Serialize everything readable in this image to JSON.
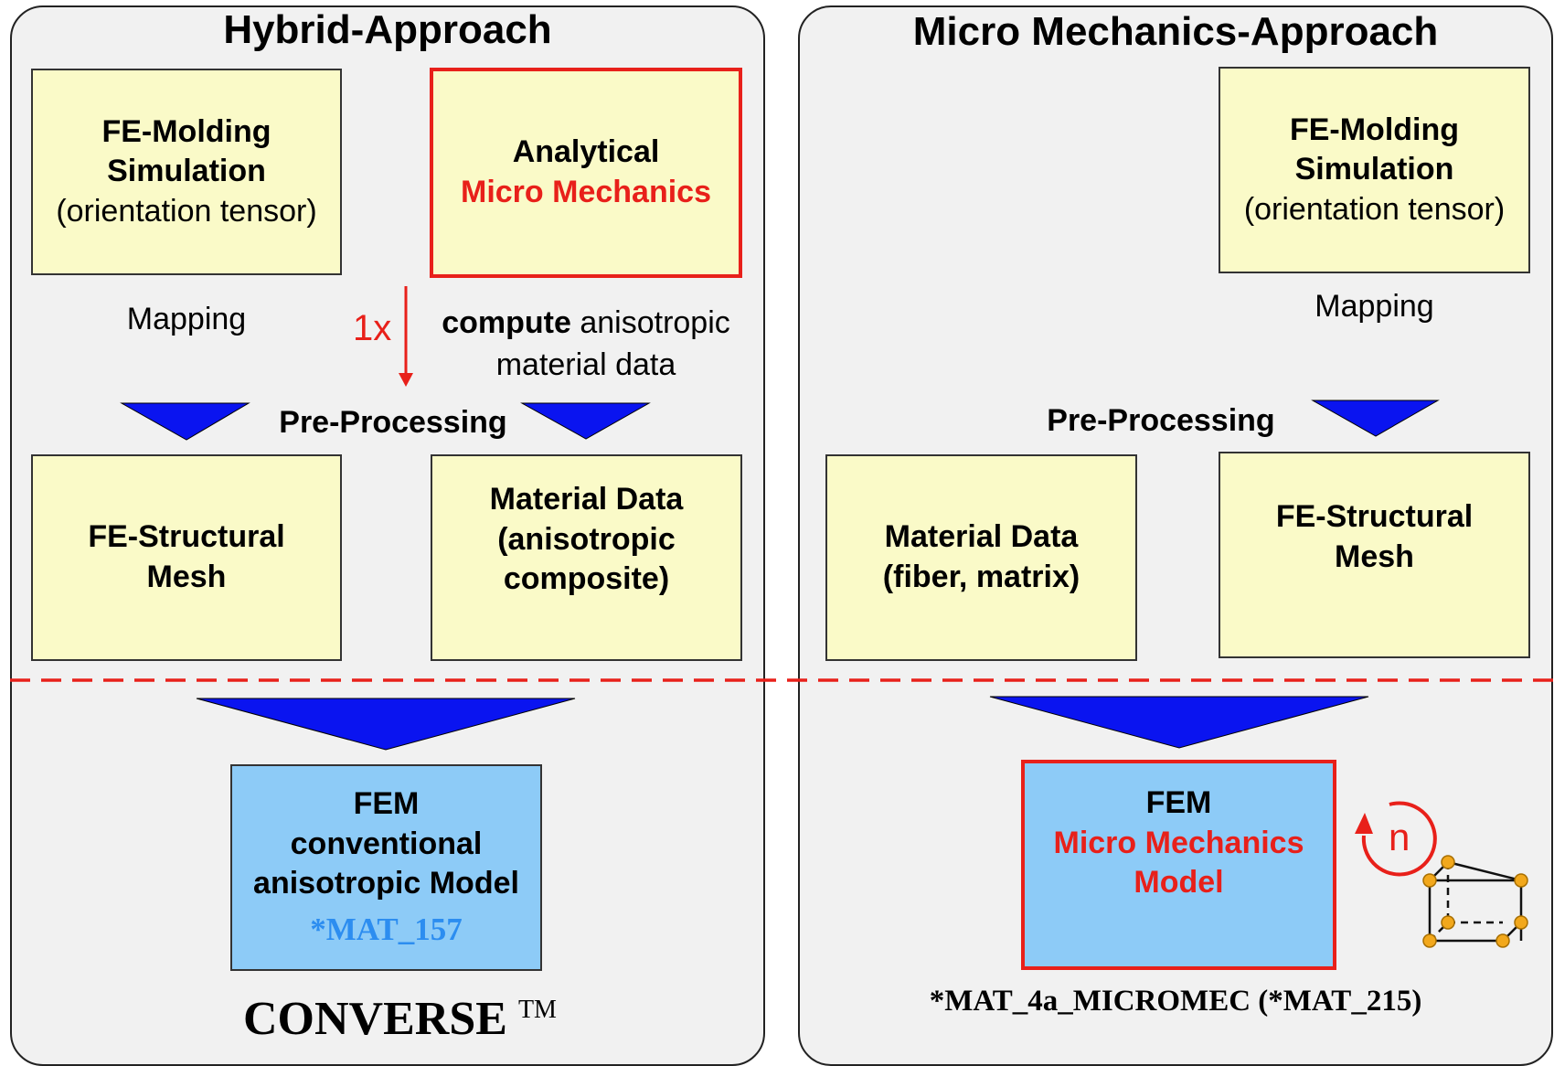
{
  "left": {
    "title": "Hybrid-Approach",
    "molding": {
      "line1": "FE-Molding",
      "line2": "Simulation",
      "line3": "(orientation tensor)"
    },
    "analytical": {
      "line1": "Analytical",
      "line2": "Micro Mechanics"
    },
    "mapping": "Mapping",
    "once": "1x",
    "compute": {
      "bold": "compute",
      "rest": " anisotropic",
      "line2": "material data"
    },
    "preprocessing": "Pre-Processing",
    "structural": {
      "line1": "FE-Structural",
      "line2": "Mesh"
    },
    "material": {
      "line1": "Material Data",
      "line2": "(anisotropic",
      "line3": "composite)"
    },
    "fem": {
      "line1": "FEM",
      "line2": "conventional",
      "line3": "anisotropic Model",
      "mat": "*MAT_157"
    },
    "converse": "CONVERSE",
    "tm": "TM"
  },
  "right": {
    "title": "Micro Mechanics-Approach",
    "molding": {
      "line1": "FE-Molding",
      "line2": "Simulation",
      "line3": "(orientation tensor)"
    },
    "mapping": "Mapping",
    "preprocessing": "Pre-Processing",
    "material": {
      "line1": "Material Data",
      "line2": "(fiber, matrix)"
    },
    "structural": {
      "line1": "FE-Structural",
      "line2": "Mesh"
    },
    "fem": {
      "line1": "FEM",
      "line2": "Micro Mechanics",
      "line3": "Model"
    },
    "iteration": "n",
    "mat": "*MAT_4a_MICROMEC (*MAT_215)"
  },
  "colors": {
    "accent_red": "#e8201a",
    "arrow_blue": "#0a14f0",
    "box_yellow": "#fafac8",
    "box_blue": "#8dcbf7",
    "mat_blue": "#2c8df0",
    "cube_node": "#f2a81c"
  }
}
